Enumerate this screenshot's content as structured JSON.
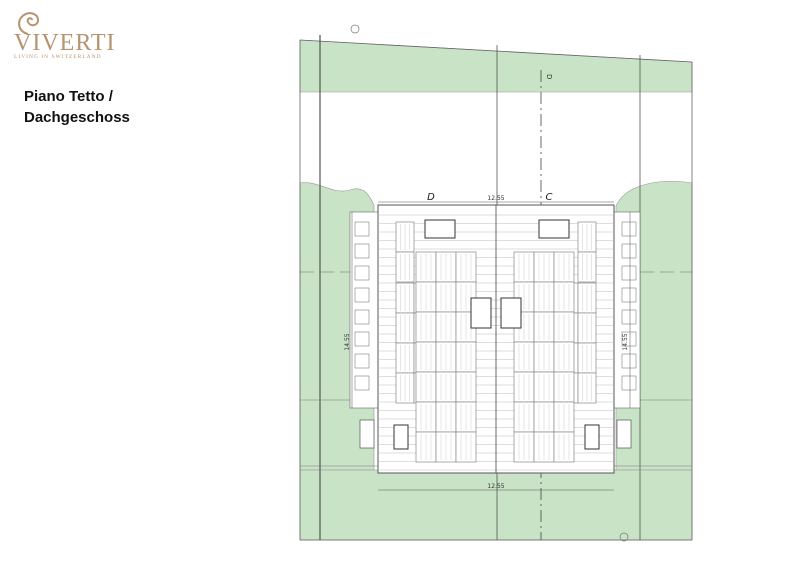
{
  "brand": {
    "name": "VIVERTI",
    "tagline": "LIVING IN SWITZERLAND",
    "color": "#b79470"
  },
  "title": {
    "line1": "Piano Tetto /",
    "line2": "Dachgeschoss"
  },
  "plan": {
    "unit_left": "D",
    "unit_right": "C",
    "dim_top": "12.55",
    "dim_bottom": "12.55",
    "dim_left": "14.55",
    "dim_right": "14.55",
    "axis_label": "D",
    "colors": {
      "garden": "#c9e3c6",
      "line": "#555555",
      "panel": "#888888"
    }
  }
}
